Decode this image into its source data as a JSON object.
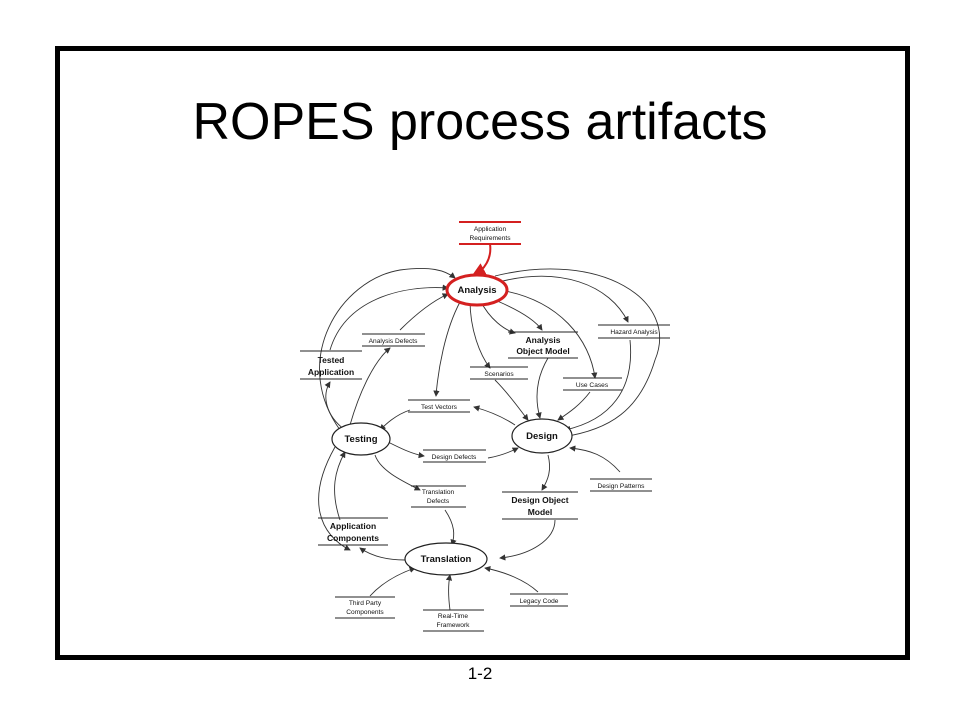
{
  "slide": {
    "title": "ROPES process artifacts",
    "page_number": "1-2"
  },
  "diagram": {
    "processes": {
      "analysis": "Analysis",
      "design": "Design",
      "testing": "Testing",
      "translation": "Translation"
    },
    "artifacts": {
      "application_requirements": [
        "Application",
        "Requirements"
      ],
      "hazard_analysis": "Hazard Analysis",
      "analysis_object_model": [
        "Analysis",
        "Object Model"
      ],
      "analysis_defects": "Analysis Defects",
      "tested_application": [
        "Tested",
        "Application"
      ],
      "scenarios": "Scenarios",
      "use_cases": "Use Cases",
      "test_vectors": "Test Vectors",
      "design_defects": "Design Defects",
      "design_patterns": "Design Patterns",
      "translation_defects": [
        "Translation",
        "Defects"
      ],
      "design_object_model": [
        "Design Object",
        "Model"
      ],
      "application_components": [
        "Application",
        "Components"
      ],
      "third_party_components": [
        "Third Party",
        "Components"
      ],
      "real_time_framework": [
        "Real-Time",
        "Framework"
      ],
      "legacy_code": "Legacy Code"
    },
    "highlight_color": "#d42020"
  }
}
